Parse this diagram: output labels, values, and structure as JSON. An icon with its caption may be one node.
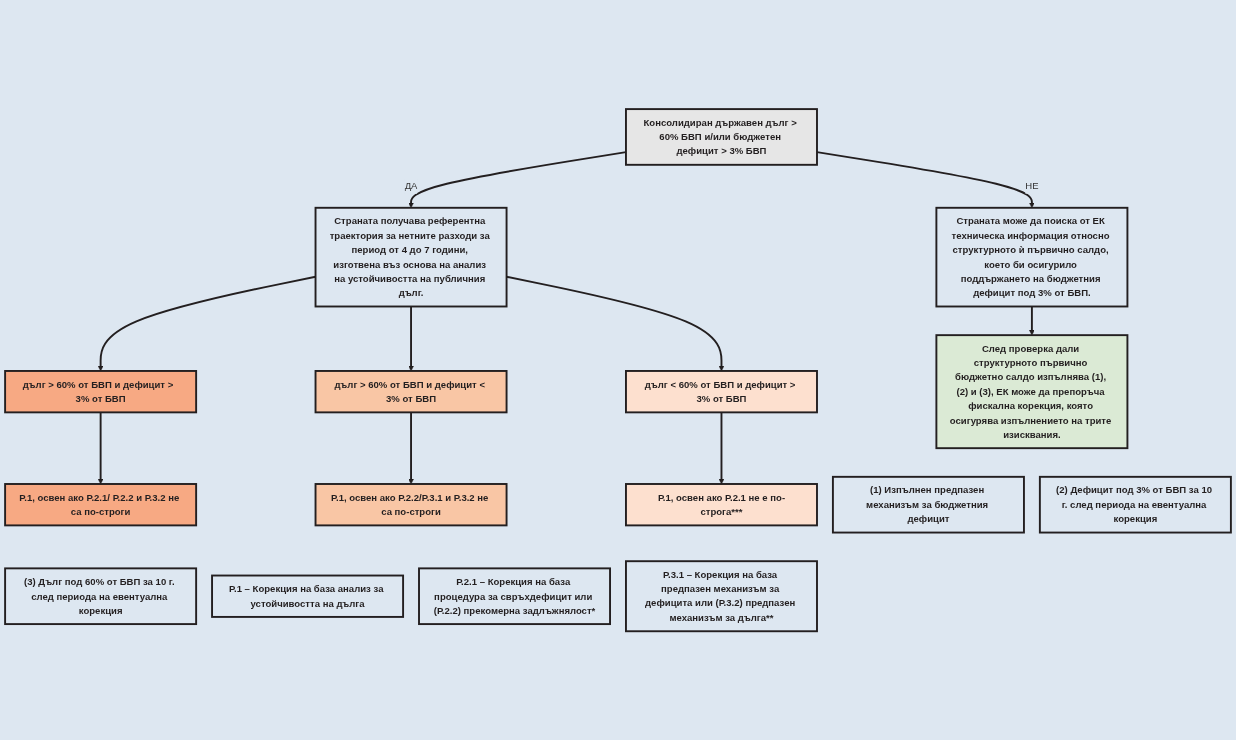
{
  "diagram": {
    "nodes": [
      {
        "text": [
          "Консолидиран държавен дълг > 60% БВП и/или бюджетен дефицит > 3% БВП"
        ]
      },
      {
        "text": [
          "Страната може да поиска от ЕК техническа информация относно структурното ѝ първично салдо, което би осигурило поддържането на бюджетния дефицит под 3% от БВП."
        ]
      },
      {
        "text": [
          "След проверка дали структурното първично бюджетно салдо изпълнява (1), (2) и (3), ЕК може да препоръча фискална корекция, която осигурява изпълнението на трите изисквания."
        ]
      },
      {
        "text": [
          "Страната получава референтна траектория за нетните разходи за период от 4 до 7 години, изготвена въз основа на анализ на устойчивостта на публичния дълг."
        ]
      },
      {
        "text": [
          "дълг > 60% от БВП и дефицит >  3% от БВП"
        ]
      },
      {
        "text": [
          "дълг > 60% от БВП и дефицит < 3% от БВП"
        ]
      },
      {
        "text": [
          "дълг < 60% от БВП и дефицит > 3% от БВП"
        ]
      },
      {
        "text": [
          "Р.1, освен ако Р.2.1/ Р.2.2 и Р.3.2 не са по-строги"
        ]
      },
      {
        "text": [
          "Р.1, освен ако Р.2.2/Р.3.1 и Р.3.2 не са по-строги"
        ]
      },
      {
        "text": [
          "Р.1, освен ако Р.2.1 не е по-строга***"
        ]
      },
      {
        "text": [
          "(1) Изпълнен предпазен механизъм за бюджетния дефицит"
        ]
      },
      {
        "text": [
          "(2) Дефицит под 3% от БВП за 10 г. след периода на евентуална корекция"
        ]
      },
      {
        "text": [
          "(3) Дълг под 60% от БВП за 10 г. след периода на евентуална корекция"
        ]
      },
      {
        "text": [
          "Р.1 – Корекция на база анализ за устойчивостта на дълга"
        ]
      },
      {
        "text": [
          "Р.2.1 – Корекция на база процедура за свръхдефицит или (Р.2.2) прекомерна задлъжнялост*"
        ]
      },
      {
        "text": [
          "Р.3.1 – Корекция на база предпазен механизъм за дефицита или (Р.3.2) предпазен механизъм за дълга**"
        ]
      }
    ],
    "edges": [
      {
        "from": 0,
        "to": 1,
        "arrow": "to",
        "label": "НЕ"
      },
      {
        "from": 0,
        "to": 3,
        "arrow": "to",
        "label": "ДА"
      },
      {
        "from": 1,
        "to": 2,
        "arrow": "to"
      },
      {
        "from": 3,
        "to": 4,
        "arrow": "to"
      },
      {
        "from": 3,
        "to": 5,
        "arrow": "to"
      },
      {
        "from": 3,
        "to": 6,
        "arrow": "to"
      },
      {
        "from": 4,
        "to": 7,
        "arrow": "to"
      },
      {
        "from": 5,
        "to": 8,
        "arrow": "to"
      },
      {
        "from": 6,
        "to": 9,
        "arrow": "to"
      }
    ]
  }
}
